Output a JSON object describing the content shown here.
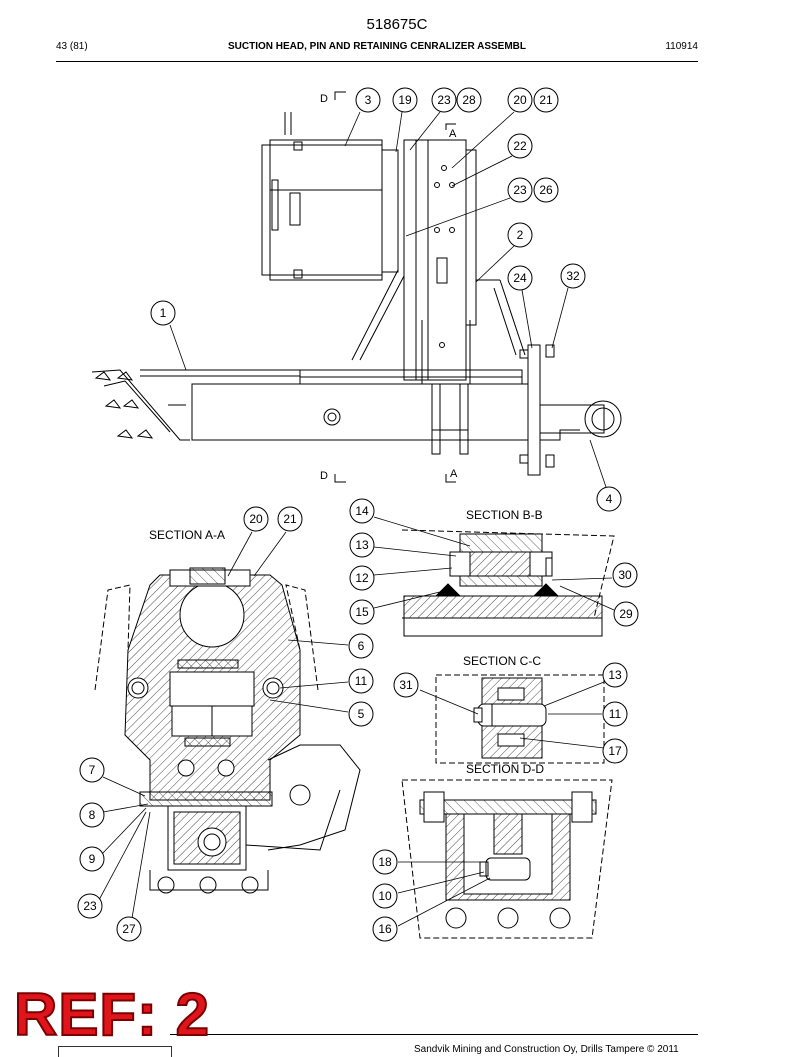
{
  "header": {
    "doc_number": "518675C",
    "page": "43 (81)",
    "title": "SUCTION HEAD, PIN AND RETAINING CENRALIZER ASSEMBL",
    "date_code": "110914"
  },
  "views": {
    "main_markers": {
      "d_top": "D",
      "a_top": "A",
      "d_bottom": "D",
      "a_bottom": "A"
    },
    "section_aa": "SECTION A-A",
    "section_bb": "SECTION B-B",
    "section_cc": "SECTION C-C",
    "section_dd": "SECTION D-D"
  },
  "callouts": {
    "c3": "3",
    "c19": "19",
    "c23a": "23",
    "c28": "28",
    "c20a": "20",
    "c21a": "21",
    "c22": "22",
    "c23b": "23",
    "c26": "26",
    "c2": "2",
    "c24": "24",
    "c32": "32",
    "c1": "1",
    "c4": "4",
    "c20b": "20",
    "c21b": "21",
    "c6": "6",
    "c11a": "11",
    "c5": "5",
    "c7": "7",
    "c8": "8",
    "c9": "9",
    "c23c": "23",
    "c27": "27",
    "c14": "14",
    "c13a": "13",
    "c12": "12",
    "c15": "15",
    "c30": "30",
    "c29": "29",
    "c31": "31",
    "c13b": "13",
    "c11b": "11",
    "c17": "17",
    "c18": "18",
    "c10": "10",
    "c16": "16"
  },
  "footer": {
    "copyright": "Sandvik Mining and Construction Oy, Drills Tampere © 2011",
    "stamp": "REF: 2"
  }
}
